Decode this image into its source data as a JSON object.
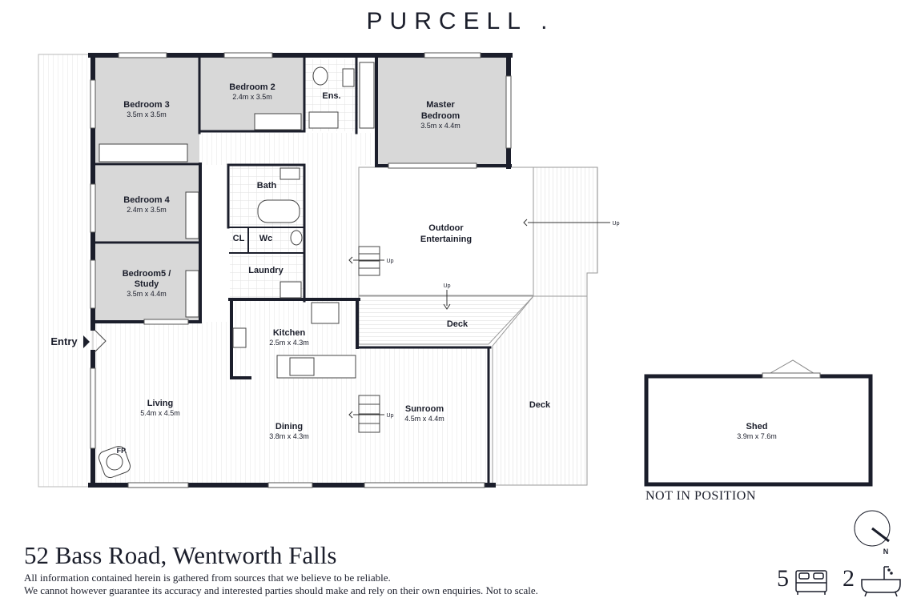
{
  "brand": "PURCELL .",
  "address": "52 Bass Road, Wentworth Falls",
  "disclaimer_line1": "All information contained herein is gathered from sources that we believe to be reliable.",
  "disclaimer_line2": "We cannot however guarantee its accuracy and interested parties should make and rely on their own enquiries. Not to scale.",
  "not_in_position": "NOT IN POSITION",
  "north_label": "N",
  "bedrooms_count": "5",
  "bathrooms_count": "2",
  "entry_label": "Entry",
  "fireplace_label": "FP.",
  "up_label": "Up",
  "rooms": {
    "bedroom3": {
      "name": "Bedroom 3",
      "size": "3.5m x 3.5m"
    },
    "bedroom2": {
      "name": "Bedroom 2",
      "size": "2.4m x 3.5m"
    },
    "ensuite": {
      "name": "Ens."
    },
    "master": {
      "name1": "Master",
      "name2": "Bedroom",
      "size": "3.5m x 4.4m"
    },
    "bedroom4": {
      "name": "Bedroom 4",
      "size": "2.4m x 3.5m"
    },
    "bath": {
      "name": "Bath"
    },
    "cl": {
      "name": "CL"
    },
    "wc": {
      "name": "Wc"
    },
    "laundry": {
      "name": "Laundry"
    },
    "bedroom5": {
      "name1": "Bedroom5 /",
      "name2": "Study",
      "size": "3.5m x 4.4m"
    },
    "outdoor": {
      "name1": "Outdoor",
      "name2": "Entertaining"
    },
    "kitchen": {
      "name": "Kitchen",
      "size": "2.5m x 4.3m"
    },
    "deck_upper": {
      "name": "Deck"
    },
    "deck_right": {
      "name": "Deck"
    },
    "living": {
      "name": "Living",
      "size": "5.4m x 4.5m"
    },
    "dining": {
      "name": "Dining",
      "size": "3.8m x 4.3m"
    },
    "sunroom": {
      "name": "Sunroom",
      "size": "4.5m x 4.4m"
    },
    "shed": {
      "name": "Shed",
      "size": "3.9m x 7.6m"
    }
  }
}
